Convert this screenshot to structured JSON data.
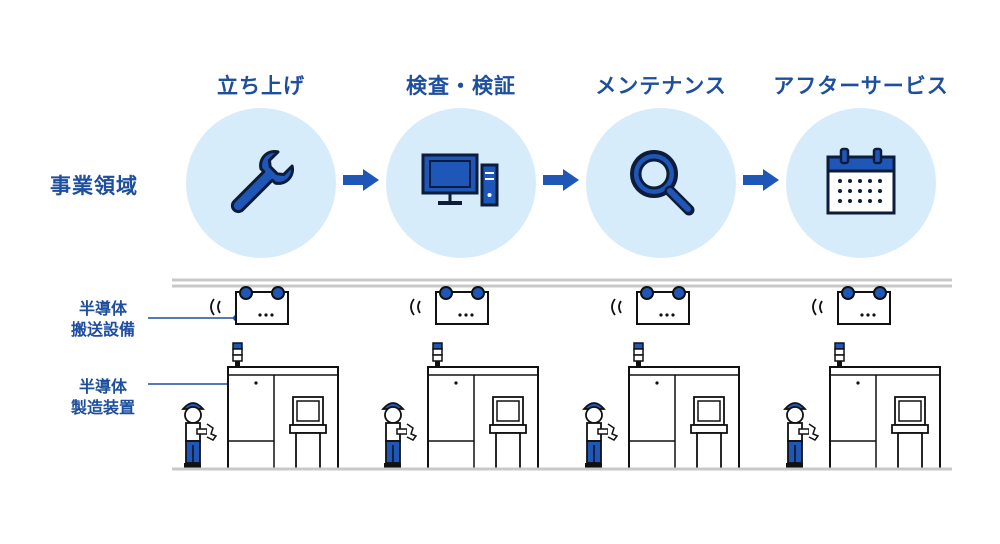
{
  "domain_label": "事業領域",
  "stages": [
    {
      "title": "立ち上げ",
      "icon": "wrench-icon"
    },
    {
      "title": "検査・検証",
      "icon": "computer-icon"
    },
    {
      "title": "メンテナンス",
      "icon": "magnifier-icon"
    },
    {
      "title": "アフターサービス",
      "icon": "calendar-icon"
    }
  ],
  "rows": {
    "transport": {
      "line1": "半導体",
      "line2": "搬送設備"
    },
    "equipment": {
      "line1": "半導体",
      "line2": "製造装置"
    }
  },
  "colors": {
    "primary": "#1d4f9e",
    "circle": "#d7ecfa",
    "rail": "#c8c8c8",
    "worker_blue": "#1f57b8"
  }
}
